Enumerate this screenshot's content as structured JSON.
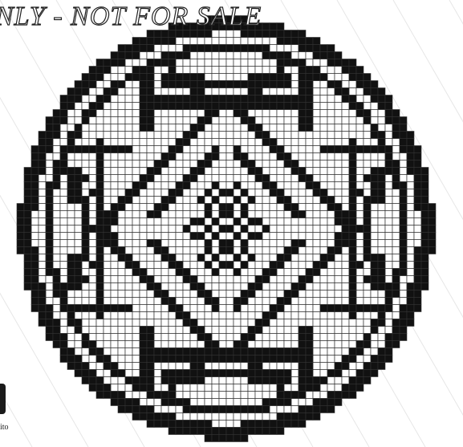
{
  "watermark": {
    "text": "NLY - NOT FOR SALE"
  },
  "corner_label": {
    "text": "ito"
  },
  "pattern": {
    "type": "filet crochet chart",
    "shape": "round doily",
    "colors": {
      "grid_line": "#333333",
      "filled_block": "#111111",
      "background": "#ffffff"
    }
  }
}
